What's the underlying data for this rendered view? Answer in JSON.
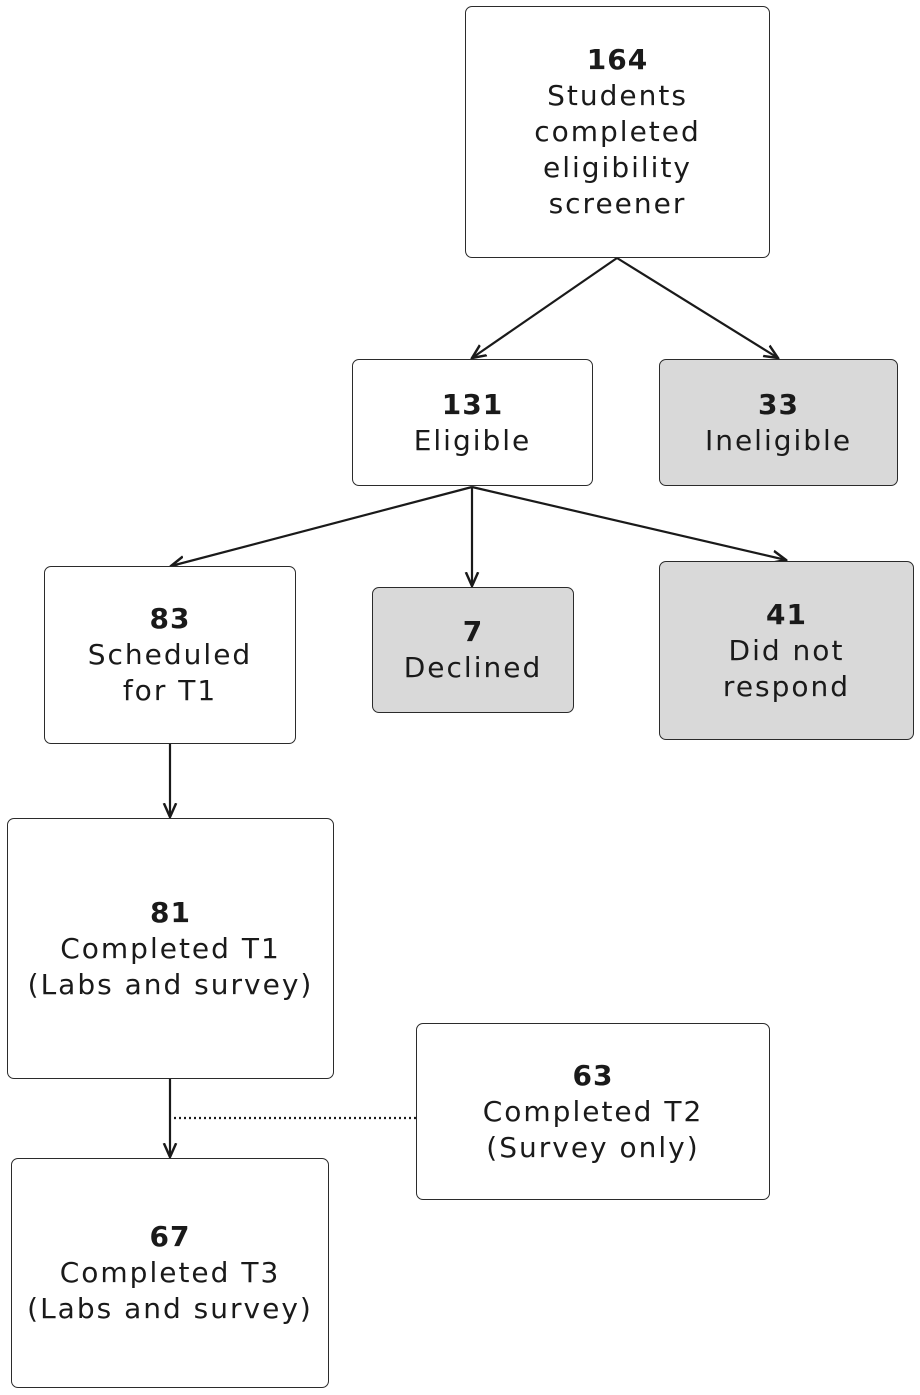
{
  "nodes": {
    "screened": {
      "count": "164",
      "label": "Students\ncompleted\neligibility\nscreener"
    },
    "eligible": {
      "count": "131",
      "label": "Eligible"
    },
    "ineligible": {
      "count": "33",
      "label": "Ineligible"
    },
    "scheduled": {
      "count": "83",
      "label": "Scheduled\nfor T1"
    },
    "declined": {
      "count": "7",
      "label": "Declined"
    },
    "no_response": {
      "count": "41",
      "label": "Did not\nrespond"
    },
    "t1": {
      "count": "81",
      "label": "Completed T1\n(Labs and survey)"
    },
    "t2": {
      "count": "63",
      "label": "Completed T2\n(Survey only)"
    },
    "t3": {
      "count": "67",
      "label": "Completed T3\n(Labs and survey)"
    }
  },
  "colors": {
    "excluded_fill": "#d9d9d9",
    "stroke": "#1a1a1a"
  }
}
